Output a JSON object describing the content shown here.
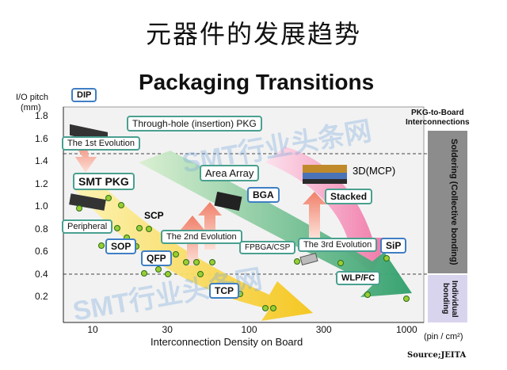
{
  "page_title": "元器件的发展趋势",
  "chart_title": "Packaging Transitions",
  "y_axis_label_line1": "I/O pitch",
  "y_axis_label_line2": "(mm)",
  "x_axis_label": "Interconnection Density on Board",
  "x_unit": "(pin / cm²)",
  "source": "Source;JEITA",
  "pkg_to_board_line1": "PKG-to-Board",
  "pkg_to_board_line2": "Interconnections",
  "side_soldering": "Soldering (Collective bonding)",
  "side_individual": "Individual bonding",
  "watermark": "SMT行业头条网",
  "labels": {
    "dip": "DIP",
    "through_hole": "Through-hole (insertion) PKG",
    "first_evolution": "The 1st Evolution",
    "smt_pkg": "SMT PKG",
    "area_array": "Area Array",
    "bga": "BGA",
    "three_d": "3D(MCP)",
    "stacked": "Stacked",
    "scp": "SCP",
    "peripheral": "Peripheral",
    "sop": "SOP",
    "qfp": "QFP",
    "second_evolution": "The 2nd Evolution",
    "fpbga": "FPBGA/CSP",
    "third_evolution": "The 3rd Evolution",
    "sip": "SiP",
    "wlp": "WLP/FC",
    "tcp": "TCP"
  },
  "chart_data": {
    "type": "diagram",
    "y_ticks": [
      "1.8",
      "1.6",
      "1.4",
      "1.2",
      "1.0",
      "0.8",
      "0.6",
      "0.4",
      "0.2"
    ],
    "x_ticks": [
      "10",
      "30",
      "100",
      "300",
      "1000"
    ],
    "x_scale": "log",
    "dashed_lines_y": [
      1.45,
      0.4
    ],
    "colors": {
      "yellow_band": "#f5c518",
      "green_band": "#2e9e6a",
      "pink_band": "#f06aa0",
      "side_gray": "#8c8c8c",
      "side_lavender": "#d9d4ee",
      "plot_bg": "#f2f2f2",
      "tag_border": "#4aa090",
      "tag_blue_border": "#3f7fc4"
    }
  }
}
